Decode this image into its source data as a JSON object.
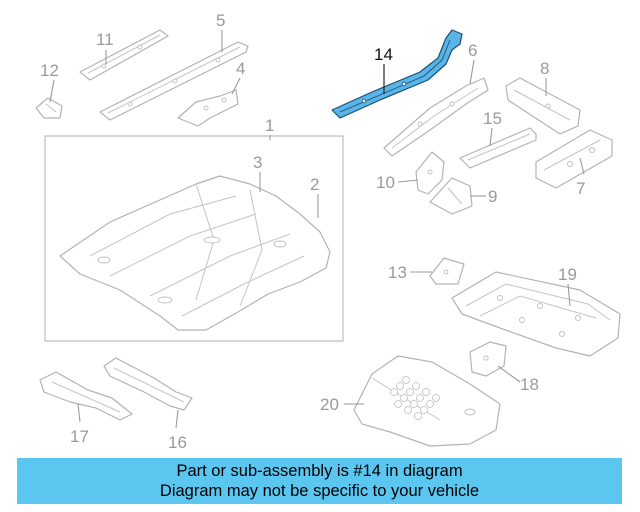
{
  "diagram": {
    "highlighted_part": "14",
    "colors": {
      "highlight_fill": "#5ab5e6",
      "highlight_stroke": "#1b4f78",
      "part_line": "#b3b3b3",
      "callout_text": "#9a9a9a",
      "active_callout": "#111111",
      "banner_bg": "#5bc6f0"
    },
    "callouts": {
      "c1": "1",
      "c2": "2",
      "c3": "3",
      "c4": "4",
      "c5": "5",
      "c6": "6",
      "c7": "7",
      "c8": "8",
      "c9": "9",
      "c10": "10",
      "c11": "11",
      "c12": "12",
      "c13": "13",
      "c14": "14",
      "c15": "15",
      "c16": "16",
      "c17": "17",
      "c18": "18",
      "c19": "19",
      "c20": "20"
    }
  },
  "banner": {
    "line1": "Part or sub-assembly is #14 in diagram",
    "line2": "Diagram may not be specific to your vehicle"
  }
}
